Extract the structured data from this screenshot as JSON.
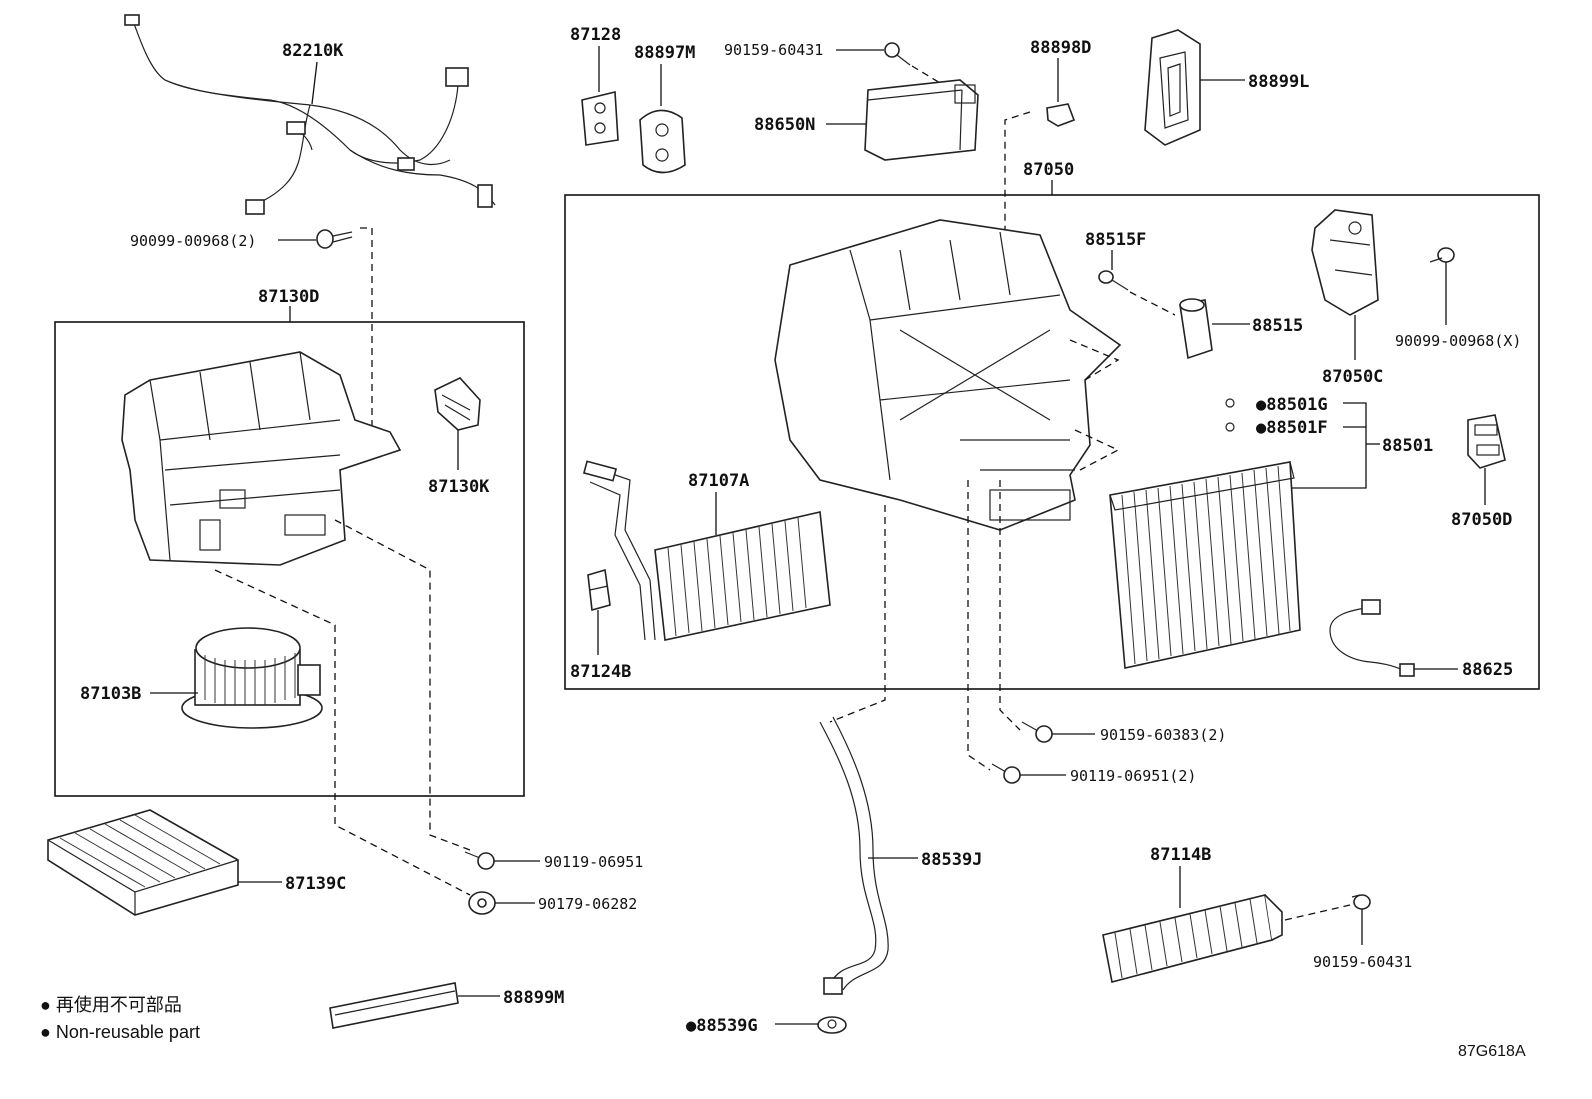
{
  "diagram": {
    "title_code": "87G618A",
    "legend": {
      "line1": "● 再使用不可部品",
      "line2": "● Non-reusable part"
    },
    "labels": {
      "p82210K": "82210K",
      "p90099_00968_2": "90099-00968(2)",
      "p87130D": "87130D",
      "p87130K": "87130K",
      "p87103B": "87103B",
      "p87139C": "87139C",
      "p90119_06951": "90119-06951",
      "p90179_06282": "90179-06282",
      "p88899M": "88899M",
      "p87128": "87128",
      "p88897M": "88897M",
      "p90159_60431_top": "90159-60431",
      "p88650N": "88650N",
      "p88898D": "88898D",
      "p88899L": "88899L",
      "p87050": "87050",
      "p88515F": "88515F",
      "p88515": "88515",
      "p87050C": "87050C",
      "p90099_00968_X": "90099-00968(X)",
      "p88501G": "●88501G",
      "p88501F": "●88501F",
      "p88501": "88501",
      "p87050D": "87050D",
      "p87107A": "87107A",
      "p87124B": "87124B",
      "p88625": "88625",
      "p90159_60383_2": "90159-60383(2)",
      "p90119_06951_2": "90119-06951(2)",
      "p88539J": "88539J",
      "p88539G": "●88539G",
      "p87114B": "87114B",
      "p90159_60431_bot": "90159-60431"
    }
  }
}
